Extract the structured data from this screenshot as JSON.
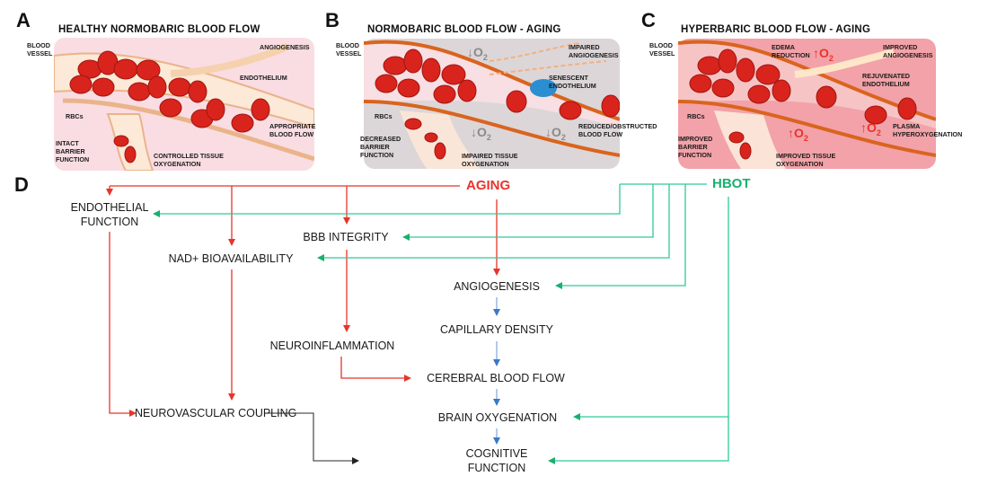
{
  "panels": [
    {
      "letter": "A",
      "title": "HEALTHY NORMOBARIC BLOOD FLOW",
      "labels": {
        "vessel": "BLOOD\nVESSEL",
        "rbcs": "RBCs",
        "barrier": "INTACT\nBARRIER\nFUNCTION",
        "oxygenation": "CONTROLLED TISSUE\nOXYGENATION",
        "angiogenesis": "ANGIOGENESIS",
        "endothelium": "ENDOTHELIUM",
        "flow": "APPROPRIATE\nBLOOD FLOW"
      },
      "background": "#f9dde3"
    },
    {
      "letter": "B",
      "title": "NORMOBARIC BLOOD FLOW - AGING",
      "labels": {
        "vessel": "BLOOD\nVESSEL",
        "rbcs": "RBCs",
        "barrier": "DECREASED\nBARRIER\nFUNCTION",
        "oxygenation": "IMPAIRED TISSUE\nOXYGENATION",
        "angiogenesis": "IMPAIRED\nANGIOGENESIS",
        "endothelium": "SENESCENT\nENDOTHELIUM",
        "flow": "REDUCED/OBSTRUCTED\nBLOOD FLOW"
      },
      "o2_marks": [
        "↓O2",
        "↓O2",
        "↓O2"
      ],
      "background": "#dcd6d8"
    },
    {
      "letter": "C",
      "title": "HYPERBARIC BLOOD FLOW - AGING",
      "labels": {
        "vessel": "BLOOD\nVESSEL",
        "rbcs": "RBCs",
        "barrier": "IMPROVED\nBARRIER\nFUNCTION",
        "oxygenation": "IMPROVED TISSUE\nOXYGENATION",
        "angiogenesis": "IMPROVED\nANGIOGENESIS",
        "endothelium": "REJUVENATED\nENDOTHELIUM",
        "edema": "EDEMA\nREDUCTION",
        "plasma": "PLASMA\nHYPEROXYGENATION"
      },
      "o2_marks": [
        "↑O2",
        "↑O2",
        "↑O2"
      ],
      "background": "#f2a2a8"
    }
  ],
  "diagram": {
    "letter": "D",
    "sources": {
      "aging": "AGING",
      "hbot": "HBOT"
    },
    "nodes": {
      "endothelial_function": "ENDOTHELIAL\nFUNCTION",
      "bbb_integrity": "BBB INTEGRITY",
      "nad_bioavailability": "NAD+ BIOAVAILABILITY",
      "angiogenesis": "ANGIOGENESIS",
      "capillary_density": "CAPILLARY DENSITY",
      "neuroinflammation": "NEUROINFLAMMATION",
      "cerebral_blood_flow": "CEREBRAL BLOOD FLOW",
      "neurovascular_coupling": "NEUROVASCULAR COUPLING",
      "brain_oxygenation": "BRAIN OXYGENATION",
      "cognitive_function": "COGNITIVE\nFUNCTION"
    },
    "edges": [
      {
        "from": "aging",
        "to": "endothelial_function",
        "type": "aging"
      },
      {
        "from": "aging",
        "to": "nad_bioavailability",
        "type": "aging"
      },
      {
        "from": "aging",
        "to": "bbb_integrity",
        "type": "aging"
      },
      {
        "from": "aging",
        "to": "angiogenesis",
        "type": "aging"
      },
      {
        "from": "hbot",
        "to": "endothelial_function",
        "type": "hbot"
      },
      {
        "from": "hbot",
        "to": "bbb_integrity",
        "type": "hbot"
      },
      {
        "from": "hbot",
        "to": "nad_bioavailability",
        "type": "hbot"
      },
      {
        "from": "hbot",
        "to": "angiogenesis",
        "type": "hbot"
      },
      {
        "from": "hbot",
        "to": "brain_oxygenation",
        "type": "hbot"
      },
      {
        "from": "hbot",
        "to": "cognitive_function",
        "type": "hbot"
      },
      {
        "from": "angiogenesis",
        "to": "capillary_density",
        "type": "chain"
      },
      {
        "from": "capillary_density",
        "to": "cerebral_blood_flow",
        "type": "chain"
      },
      {
        "from": "cerebral_blood_flow",
        "to": "brain_oxygenation",
        "type": "chain"
      },
      {
        "from": "brain_oxygenation",
        "to": "cognitive_function",
        "type": "chain"
      },
      {
        "from": "bbb_integrity",
        "to": "neuroinflammation",
        "type": "aging"
      },
      {
        "from": "neuroinflammation",
        "to": "cerebral_blood_flow",
        "type": "aging"
      },
      {
        "from": "endothelial_function",
        "to": "neurovascular_coupling",
        "type": "aging"
      },
      {
        "from": "nad_bioavailability",
        "to": "neurovascular_coupling",
        "type": "aging"
      },
      {
        "from": "neurovascular_coupling",
        "to": "cognitive_function",
        "type": "neutral"
      }
    ],
    "colors": {
      "aging": "#e8342a",
      "hbot": "#18b070",
      "hbot_line": "#2fc99a",
      "chain": "#3a78c8",
      "neutral": "#333333"
    }
  }
}
